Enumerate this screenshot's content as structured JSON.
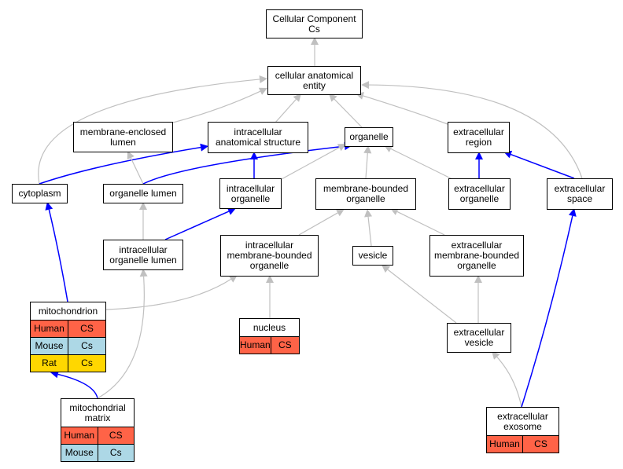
{
  "colors": {
    "edge_grey": "#c0c0c0",
    "edge_blue": "#0000ff",
    "human": "#ff6347",
    "mouse": "#add8e6",
    "rat": "#ffd700"
  },
  "nodes": {
    "cellular_component": {
      "label": "Cellular Component\nCs"
    },
    "cellular_anatomical_entity": {
      "label": "cellular anatomical\nentity"
    },
    "membrane_enclosed_lumen": {
      "label": "membrane-enclosed\nlumen"
    },
    "intracellular_anatomical_structure": {
      "label": "intracellular\nanatomical structure"
    },
    "organelle": {
      "label": "organelle"
    },
    "extracellular_region": {
      "label": "extracellular\nregion"
    },
    "cytoplasm": {
      "label": "cytoplasm"
    },
    "organelle_lumen": {
      "label": "organelle lumen"
    },
    "intracellular_organelle": {
      "label": "intracellular\norganelle"
    },
    "membrane_bounded_organelle": {
      "label": "membrane-bounded\norganelle"
    },
    "extracellular_organelle": {
      "label": "extracellular\norganelle"
    },
    "extracellular_space": {
      "label": "extracellular\nspace"
    },
    "intracellular_organelle_lumen": {
      "label": "intracellular\norganelle lumen"
    },
    "intracellular_membrane_bounded_organelle": {
      "label": "intracellular\nmembrane-bounded\norganelle"
    },
    "vesicle": {
      "label": "vesicle"
    },
    "extracellular_membrane_bounded_organelle": {
      "label": "extracellular\nmembrane-bounded\norganelle"
    },
    "mitochondrion": {
      "label": "mitochondrion",
      "rows": [
        {
          "species": "Human",
          "value": "CS"
        },
        {
          "species": "Mouse",
          "value": "Cs"
        },
        {
          "species": "Rat",
          "value": "Cs"
        }
      ]
    },
    "nucleus": {
      "label": "nucleus",
      "rows": [
        {
          "species": "Human",
          "value": "CS"
        }
      ]
    },
    "extracellular_vesicle": {
      "label": "extracellular\nvesicle"
    },
    "mitochondrial_matrix": {
      "label": "mitochondrial\nmatrix",
      "rows": [
        {
          "species": "Human",
          "value": "CS"
        },
        {
          "species": "Mouse",
          "value": "Cs"
        }
      ]
    },
    "extracellular_exosome": {
      "label": "extracellular\nexosome",
      "rows": [
        {
          "species": "Human",
          "value": "CS"
        }
      ]
    }
  },
  "edges": [
    {
      "from": "cellular_anatomical_entity",
      "to": "cellular_component",
      "kind": "grey"
    },
    {
      "from": "membrane_enclosed_lumen",
      "to": "cellular_anatomical_entity",
      "kind": "grey"
    },
    {
      "from": "intracellular_anatomical_structure",
      "to": "cellular_anatomical_entity",
      "kind": "grey"
    },
    {
      "from": "organelle",
      "to": "cellular_anatomical_entity",
      "kind": "grey"
    },
    {
      "from": "extracellular_region",
      "to": "cellular_anatomical_entity",
      "kind": "grey"
    },
    {
      "from": "cytoplasm",
      "to": "cellular_anatomical_entity",
      "kind": "grey"
    },
    {
      "from": "extracellular_space",
      "to": "cellular_anatomical_entity",
      "kind": "grey"
    },
    {
      "from": "cytoplasm",
      "to": "intracellular_anatomical_structure",
      "kind": "blue"
    },
    {
      "from": "organelle_lumen",
      "to": "membrane_enclosed_lumen",
      "kind": "grey"
    },
    {
      "from": "organelle_lumen",
      "to": "organelle",
      "kind": "blue"
    },
    {
      "from": "intracellular_organelle",
      "to": "intracellular_anatomical_structure",
      "kind": "blue"
    },
    {
      "from": "intracellular_organelle",
      "to": "organelle",
      "kind": "grey"
    },
    {
      "from": "membrane_bounded_organelle",
      "to": "organelle",
      "kind": "grey"
    },
    {
      "from": "extracellular_organelle",
      "to": "organelle",
      "kind": "grey"
    },
    {
      "from": "extracellular_organelle",
      "to": "extracellular_region",
      "kind": "blue"
    },
    {
      "from": "extracellular_space",
      "to": "extracellular_region",
      "kind": "blue"
    },
    {
      "from": "intracellular_organelle_lumen",
      "to": "organelle_lumen",
      "kind": "grey"
    },
    {
      "from": "intracellular_organelle_lumen",
      "to": "intracellular_organelle",
      "kind": "blue"
    },
    {
      "from": "intracellular_membrane_bounded_organelle",
      "to": "membrane_bounded_organelle",
      "kind": "grey"
    },
    {
      "from": "vesicle",
      "to": "membrane_bounded_organelle",
      "kind": "grey"
    },
    {
      "from": "extracellular_membrane_bounded_organelle",
      "to": "membrane_bounded_organelle",
      "kind": "grey"
    },
    {
      "from": "mitochondrion",
      "to": "cytoplasm",
      "kind": "blue"
    },
    {
      "from": "mitochondrion",
      "to": "intracellular_membrane_bounded_organelle",
      "kind": "grey"
    },
    {
      "from": "nucleus",
      "to": "intracellular_membrane_bounded_organelle",
      "kind": "grey"
    },
    {
      "from": "extracellular_vesicle",
      "to": "vesicle",
      "kind": "grey"
    },
    {
      "from": "extracellular_vesicle",
      "to": "extracellular_membrane_bounded_organelle",
      "kind": "grey"
    },
    {
      "from": "mitochondrial_matrix",
      "to": "mitochondrion",
      "kind": "blue"
    },
    {
      "from": "mitochondrial_matrix",
      "to": "intracellular_organelle_lumen",
      "kind": "grey"
    },
    {
      "from": "extracellular_exosome",
      "to": "extracellular_vesicle",
      "kind": "grey"
    },
    {
      "from": "extracellular_exosome",
      "to": "extracellular_space",
      "kind": "blue"
    }
  ]
}
